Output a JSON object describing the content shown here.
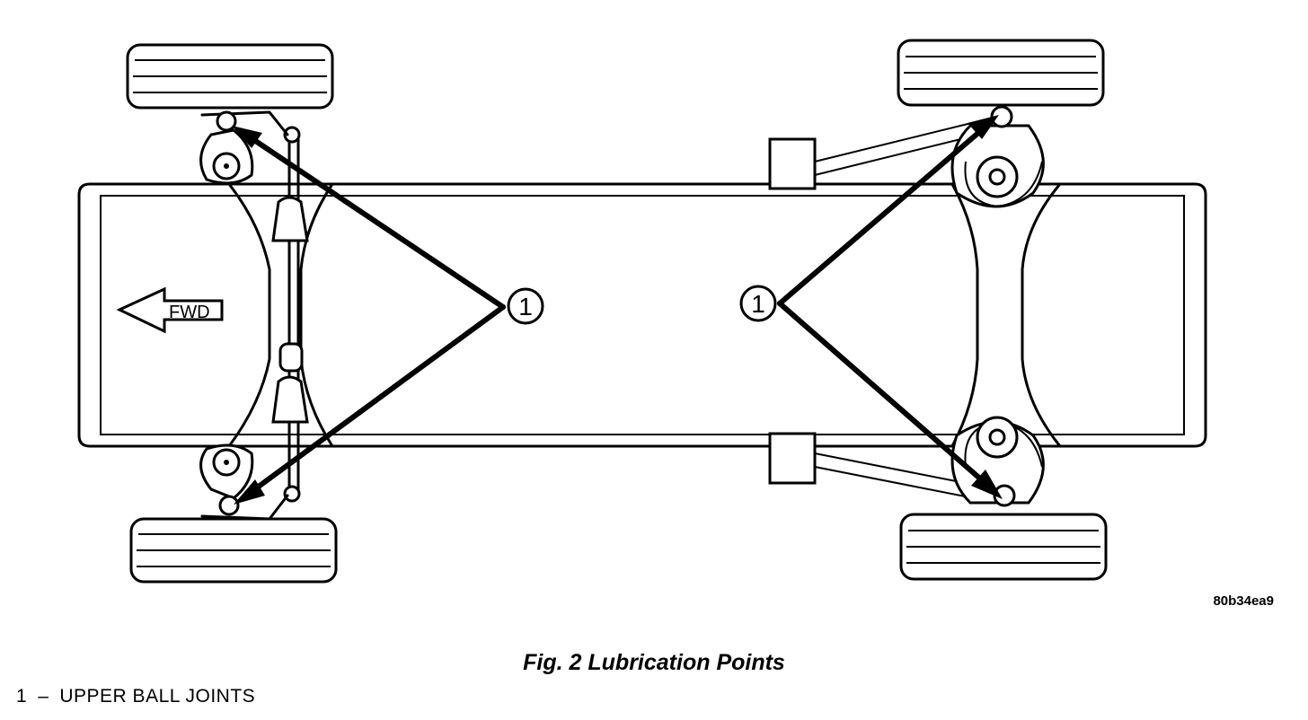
{
  "figure": {
    "caption": "Fig. 2 Lubrication Points",
    "image_code": "80b34ea9",
    "direction_label": "FWD"
  },
  "callouts": [
    {
      "number": "1",
      "points_to": "front upper ball joints"
    },
    {
      "number": "1",
      "points_to": "rear upper ball joints"
    }
  ],
  "legend": [
    {
      "number": "1",
      "dash": "–",
      "label": "UPPER BALL JOINTS"
    }
  ]
}
